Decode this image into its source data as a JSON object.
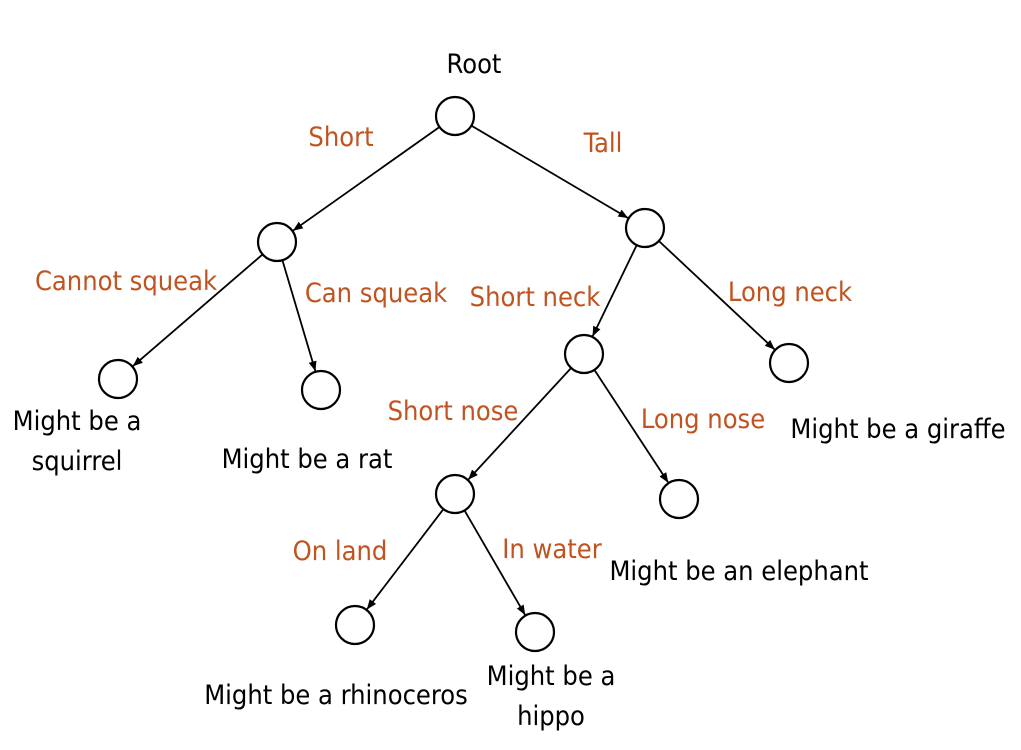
{
  "colors": {
    "node_stroke": "#000000",
    "edge_stroke": "#000000",
    "node_label": "#000000",
    "edge_label": "#c0531f",
    "background": "#ffffff"
  },
  "root_label": "Root",
  "branches": {
    "short": "Short",
    "tall": "Tall",
    "cannot_squeak": "Cannot squeak",
    "can_squeak": "Can squeak",
    "short_neck": "Short neck",
    "long_neck": "Long neck",
    "short_nose": "Short nose",
    "long_nose": "Long nose",
    "on_land": "On land",
    "in_water": "In water"
  },
  "leaves": {
    "squirrel": [
      "Might be a",
      "squirrel"
    ],
    "rat": [
      "Might be a rat"
    ],
    "giraffe": [
      "Might be a giraffe"
    ],
    "elephant": [
      "Might be an elephant"
    ],
    "rhinoceros": [
      "Might be a rhinoceros"
    ],
    "hippo": [
      "Might be a",
      "hippo"
    ]
  }
}
